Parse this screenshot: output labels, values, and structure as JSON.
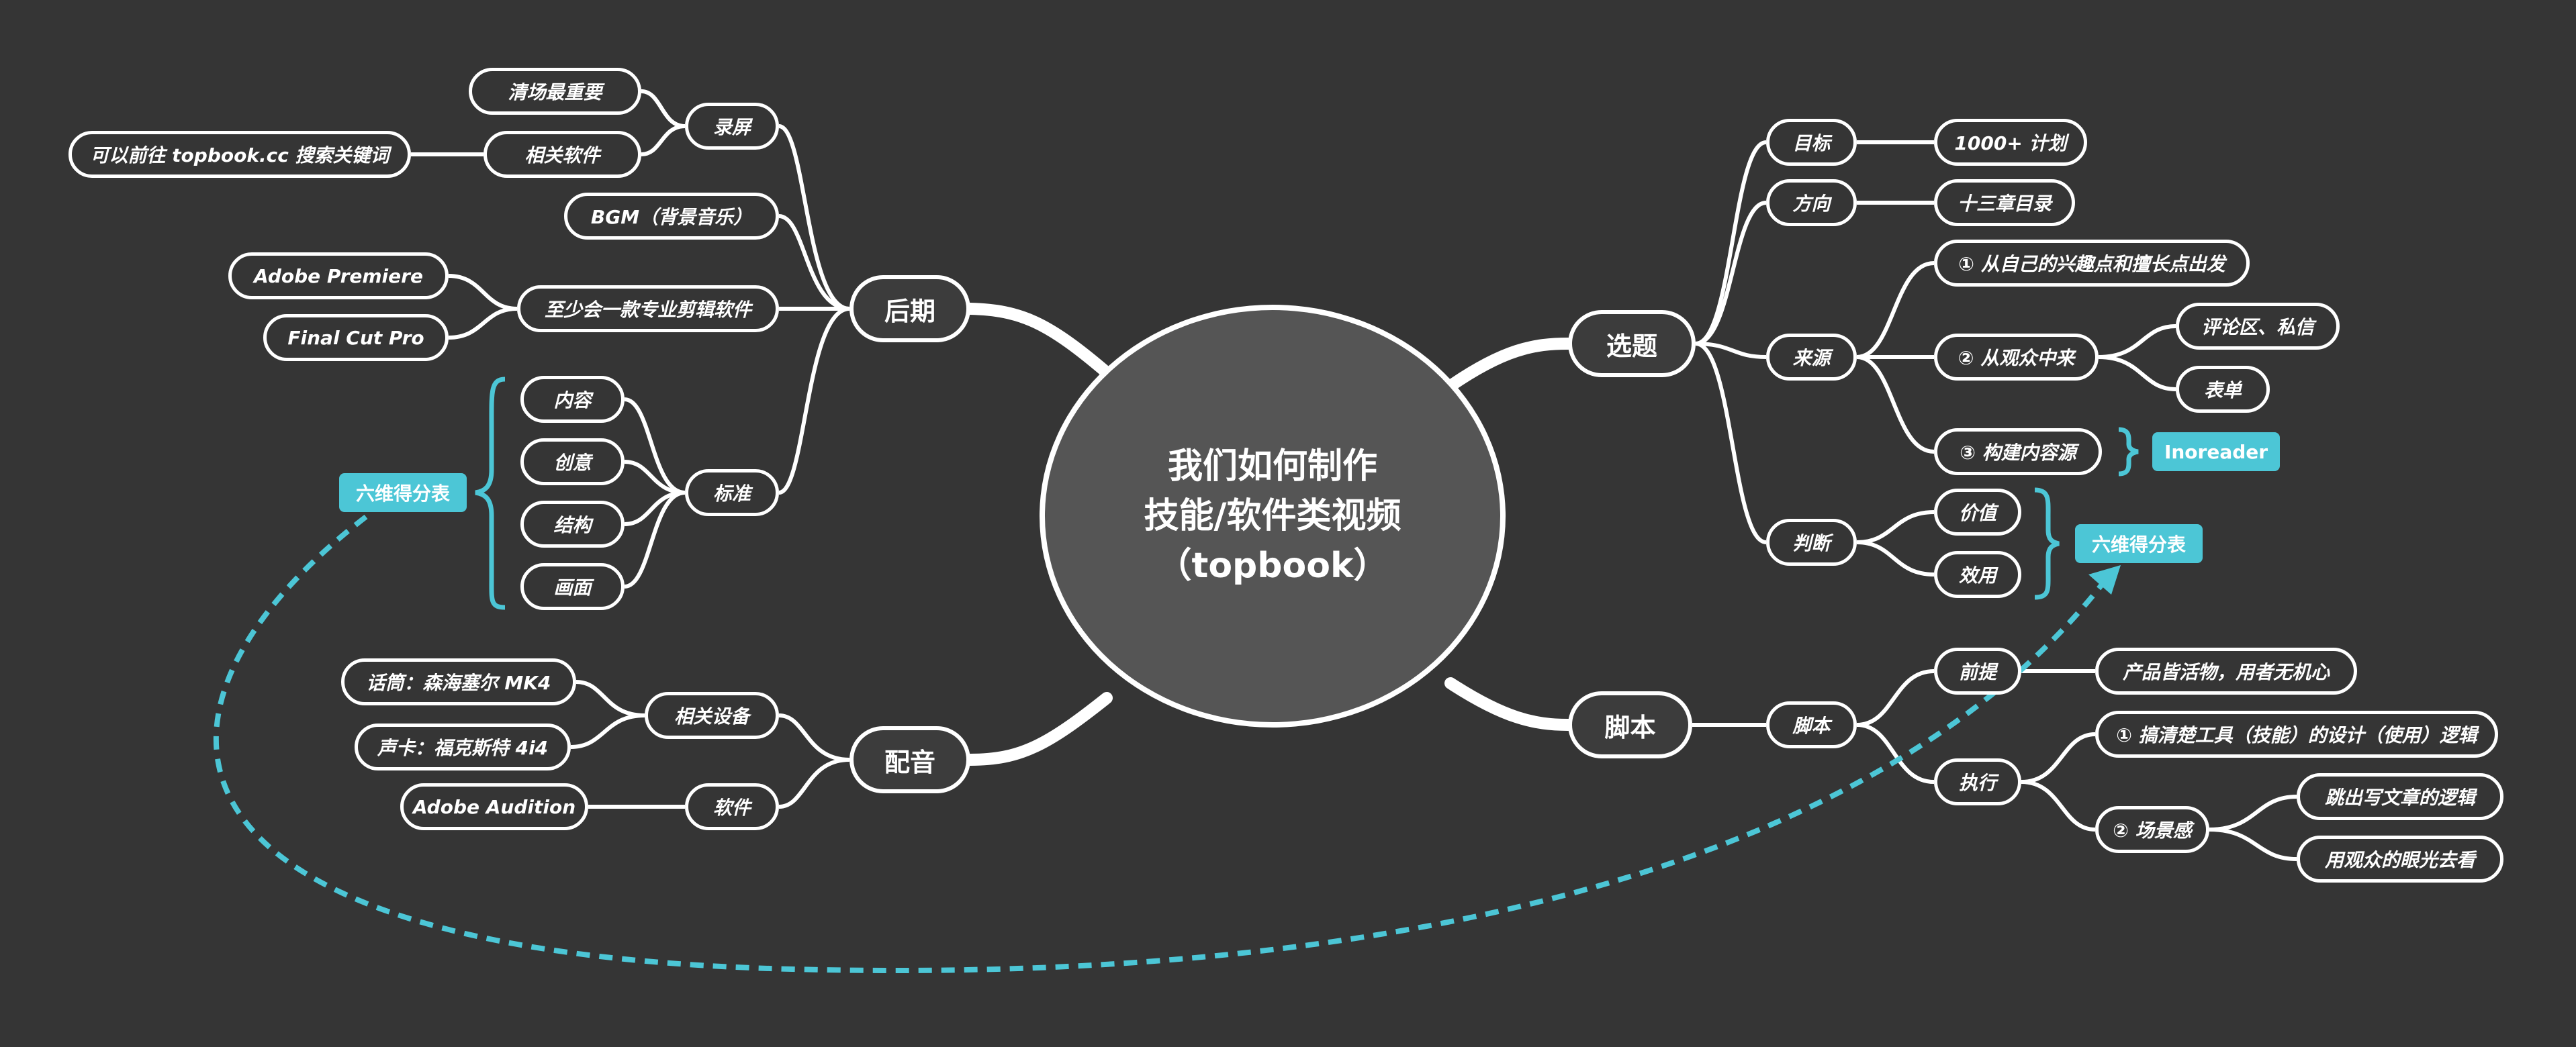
{
  "center": {
    "line1": "我们如何制作",
    "line2": "技能/软件类视频",
    "line3": "（topbook）"
  },
  "left": {
    "houqi": {
      "label": "后期",
      "luping": {
        "label": "录屏",
        "qingchang": "清场最重要",
        "xiangguan": "相关软件",
        "topbook": "可以前往 topbook.cc 搜索关键词"
      },
      "bgm": "BGM（背景音乐）",
      "zhishao": {
        "label": "至少会一款专业剪辑软件",
        "premiere": "Adobe Premiere",
        "fcp": "Final Cut Pro"
      },
      "biaozhun": {
        "label": "标准",
        "items": [
          "内容",
          "创意",
          "结构",
          "画面"
        ]
      },
      "tag": "六维得分表"
    },
    "peiyin": {
      "label": "配音",
      "shebei": {
        "label": "相关设备",
        "mic": "话筒：森海塞尔 MK4",
        "card": "声卡：福克斯特 4i4"
      },
      "ruanjian": {
        "label": "软件",
        "audition": "Adobe Audition"
      }
    }
  },
  "right": {
    "xuanti": {
      "label": "选题",
      "mubiao": {
        "label": "目标",
        "value": "1000+ 计划"
      },
      "fangxiang": {
        "label": "方向",
        "value": "十三章目录"
      },
      "laiyuan": {
        "label": "来源",
        "s1": "① 从自己的兴趣点和擅长点出发",
        "s2": "② 从观众中来",
        "s2a": "评论区、私信",
        "s2b": "表单",
        "s3": "③ 构建内容源",
        "inoreader": "Inoreader"
      },
      "panduan": {
        "label": "判断",
        "jiazhi": "价值",
        "xiaoyong": "效用",
        "tag": "六维得分表"
      }
    },
    "jiaoben": {
      "label": "脚本",
      "sub": "脚本",
      "qianti": {
        "label": "前提",
        "value": "产品皆活物，用者无机心"
      },
      "zhixing": {
        "label": "执行",
        "a": "① 搞清楚工具（技能）的设计（使用）逻辑",
        "b": "② 场景感",
        "b1": "跳出写文章的逻辑",
        "b2": "用观众的眼光去看"
      }
    }
  },
  "colors": {
    "background": "#353535",
    "accent": "#4cc6d6",
    "line": "#ffffff",
    "center": "#555555"
  }
}
